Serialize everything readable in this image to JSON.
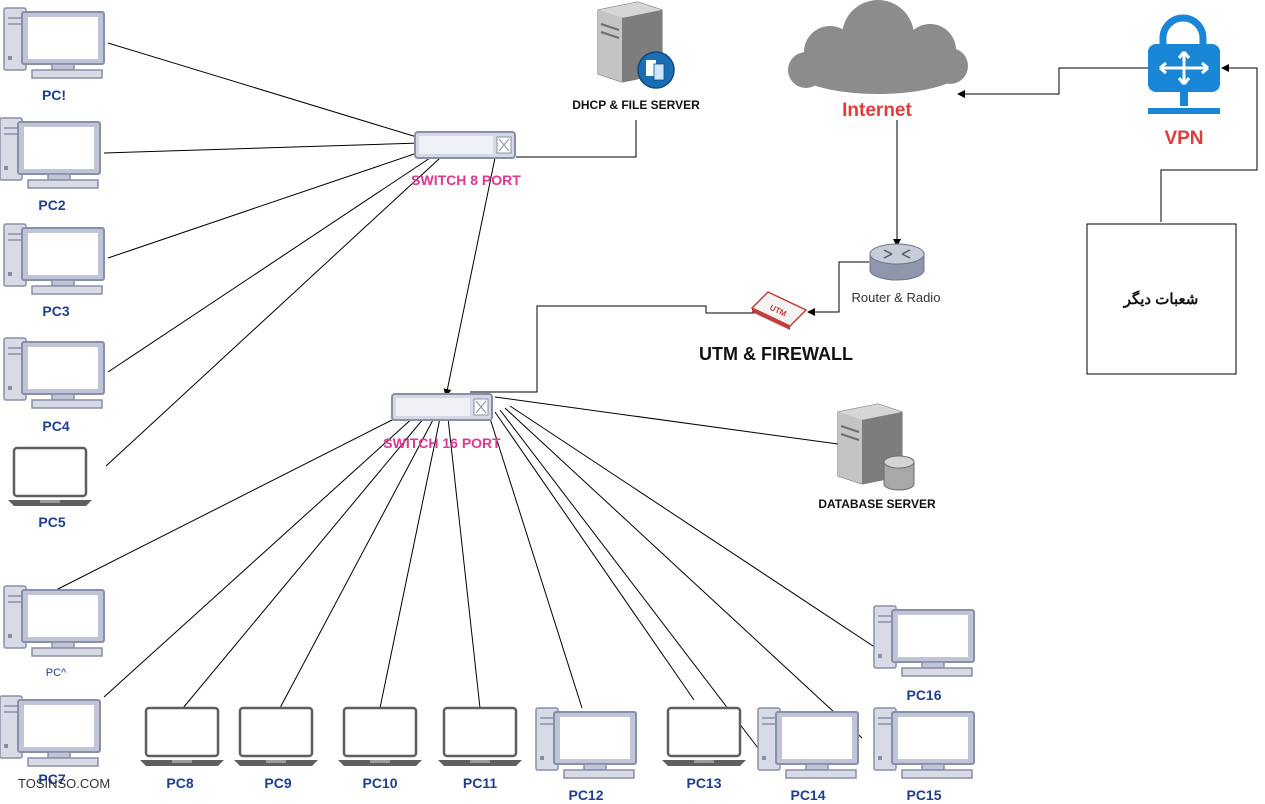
{
  "pcs": {
    "pc1": "PC!",
    "pc2": "PC2",
    "pc3": "PC3",
    "pc4": "PC4",
    "pc5": "PC5",
    "pc6": "PC^",
    "pc7": "PC7",
    "pc8": "PC8",
    "pc9": "PC9",
    "pc10": "PC10",
    "pc11": "PC11",
    "pc12": "PC12",
    "pc13": "PC13",
    "pc14": "PC14",
    "pc15": "PC15",
    "pc16": "PC16"
  },
  "switches": {
    "switch8": "SWITCH 8 PORT",
    "switch16": "SWITCH  16 PORT"
  },
  "servers": {
    "dhcp": "DHCP & FILE SERVER",
    "database": "DATABASE SERVER"
  },
  "network": {
    "internet": "Internet",
    "router": "Router & Radio",
    "utm": "UTM & FIREWALL",
    "utm_device_text": "UTM",
    "vpn": "VPN",
    "branch": "شعبات دیگر"
  },
  "watermark": "TOSINSO.COM",
  "colors": {
    "pc_label": "#1f3f8f",
    "switch_label": "#e0378f",
    "internet_label": "#e03c3c",
    "vpn_label": "#e03c3c",
    "vpn_icon": "#1a86d6",
    "cloud": "#8c8c8c",
    "monitor_frame": "#8a8fa8",
    "monitor_screen": "#ffffff"
  }
}
